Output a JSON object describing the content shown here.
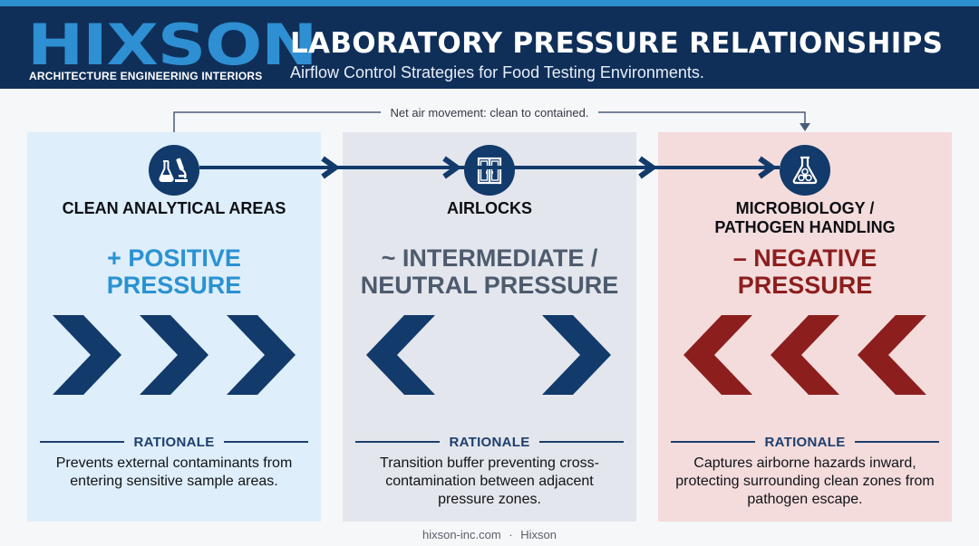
{
  "header": {
    "logo": "HIXSON",
    "tagline": "ARCHITECTURE ENGINEERING INTERIORS",
    "title": "LABORATORY PRESSURE RELATIONSHIPS",
    "subtitle": "Airflow Control Strategies for Food Testing Environments."
  },
  "flow": {
    "label": "Net air movement: clean to contained."
  },
  "zones": [
    {
      "name": "CLEAN ANALYTICAL AREAS",
      "icon": "microscope-flask-icon",
      "pressure_line1": "+ POSITIVE",
      "pressure_line2": "PRESSURE",
      "direction": "outward-right",
      "rationale_label": "RATIONALE",
      "rationale": "Prevents external contaminants from entering sensitive sample areas."
    },
    {
      "name": "AIRLOCKS",
      "icon": "double-door-icon",
      "pressure_line1": "~ INTERMEDIATE /",
      "pressure_line2": "NEUTRAL PRESSURE",
      "direction": "bidirectional",
      "rationale_label": "RATIONALE",
      "rationale": "Transition buffer preventing cross-contamination between adjacent pressure zones."
    },
    {
      "name_line1": "MICROBIOLOGY /",
      "name_line2": "PATHOGEN HANDLING",
      "icon": "biohazard-flask-icon",
      "pressure_line1": "– NEGATIVE",
      "pressure_line2": "PRESSURE",
      "direction": "inward-left",
      "rationale_label": "RATIONALE",
      "rationale": "Captures airborne hazards inward, protecting surrounding clean zones from pathogen escape."
    }
  ],
  "footer": {
    "site": "hixson-inc.com",
    "separator": "·",
    "brand": "Hixson"
  },
  "colors": {
    "header_bg": "#0f2f59",
    "accent_blue": "#2e8fd2",
    "navy": "#123a6b",
    "positive": "#2a92d2",
    "neutral": "#4e5b6e",
    "negative": "#8d1e1e",
    "clean_panel": "#deeefb",
    "airlock_panel": "#e3e6ec",
    "micro_panel": "#f4dcdc"
  }
}
